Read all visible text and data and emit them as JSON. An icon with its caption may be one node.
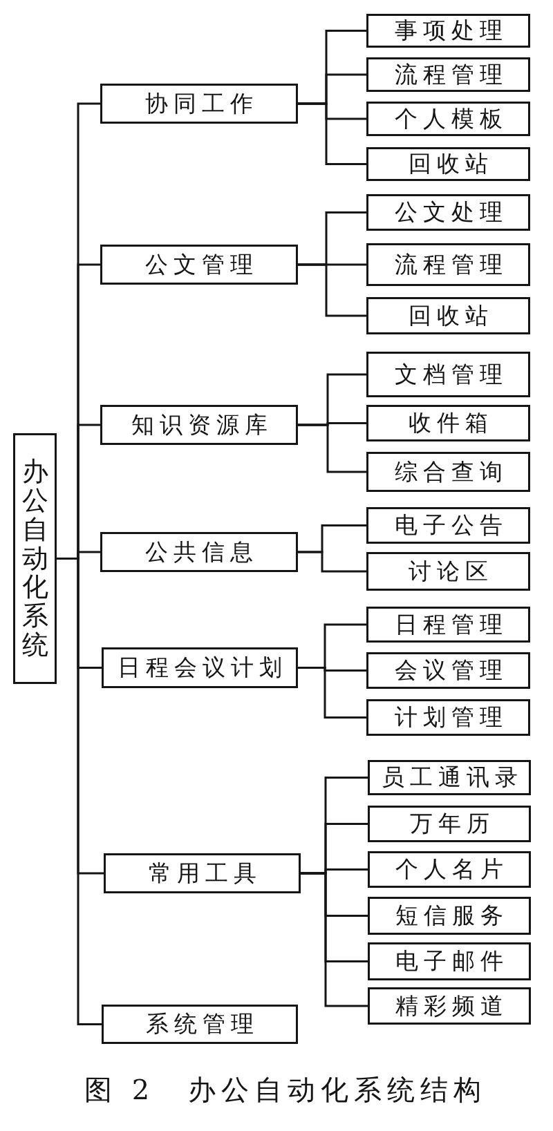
{
  "diagram": {
    "caption": "图 2　办公自动化系统结构",
    "nodes": [
      {
        "text": [
          "办公自动化系统"
        ]
      },
      {
        "text": [
          "协同工作"
        ]
      },
      {
        "text": [
          "事项处理"
        ]
      },
      {
        "text": [
          "流程管理"
        ]
      },
      {
        "text": [
          "个人模板"
        ]
      },
      {
        "text": [
          "回收站"
        ]
      },
      {
        "text": [
          "公文管理"
        ]
      },
      {
        "text": [
          "公文处理"
        ]
      },
      {
        "text": [
          "流程管理"
        ]
      },
      {
        "text": [
          "回收站"
        ]
      },
      {
        "text": [
          "知识资源库"
        ]
      },
      {
        "text": [
          "文档管理"
        ]
      },
      {
        "text": [
          "收件箱"
        ]
      },
      {
        "text": [
          "综合查询"
        ]
      },
      {
        "text": [
          "公共信息"
        ]
      },
      {
        "text": [
          "电子公告"
        ]
      },
      {
        "text": [
          "讨论区"
        ]
      },
      {
        "text": [
          "日程会议计划"
        ]
      },
      {
        "text": [
          "日程管理"
        ]
      },
      {
        "text": [
          "会议管理"
        ]
      },
      {
        "text": [
          "计划管理"
        ]
      },
      {
        "text": [
          "常用工具"
        ]
      },
      {
        "text": [
          "员工通讯录"
        ]
      },
      {
        "text": [
          "万年历"
        ]
      },
      {
        "text": [
          "个人名片"
        ]
      },
      {
        "text": [
          "短信服务"
        ]
      },
      {
        "text": [
          "电子邮件"
        ]
      },
      {
        "text": [
          "精彩频道"
        ]
      },
      {
        "text": [
          "系统管理"
        ]
      }
    ],
    "edges": [
      {
        "from": 0,
        "to": 1,
        "arrow": "none"
      },
      {
        "from": 0,
        "to": 6,
        "arrow": "none"
      },
      {
        "from": 0,
        "to": 10,
        "arrow": "none"
      },
      {
        "from": 0,
        "to": 14,
        "arrow": "none"
      },
      {
        "from": 0,
        "to": 17,
        "arrow": "none"
      },
      {
        "from": 0,
        "to": 21,
        "arrow": "none"
      },
      {
        "from": 0,
        "to": 28,
        "arrow": "none"
      },
      {
        "from": 1,
        "to": 2,
        "arrow": "none"
      },
      {
        "from": 1,
        "to": 3,
        "arrow": "none"
      },
      {
        "from": 1,
        "to": 4,
        "arrow": "none"
      },
      {
        "from": 1,
        "to": 5,
        "arrow": "none"
      },
      {
        "from": 6,
        "to": 7,
        "arrow": "none"
      },
      {
        "from": 6,
        "to": 8,
        "arrow": "none"
      },
      {
        "from": 6,
        "to": 9,
        "arrow": "none"
      },
      {
        "from": 10,
        "to": 11,
        "arrow": "none"
      },
      {
        "from": 10,
        "to": 12,
        "arrow": "none"
      },
      {
        "from": 10,
        "to": 13,
        "arrow": "none"
      },
      {
        "from": 14,
        "to": 15,
        "arrow": "none"
      },
      {
        "from": 14,
        "to": 16,
        "arrow": "none"
      },
      {
        "from": 17,
        "to": 18,
        "arrow": "none"
      },
      {
        "from": 17,
        "to": 19,
        "arrow": "none"
      },
      {
        "from": 17,
        "to": 20,
        "arrow": "none"
      },
      {
        "from": 21,
        "to": 22,
        "arrow": "none"
      },
      {
        "from": 21,
        "to": 23,
        "arrow": "none"
      },
      {
        "from": 21,
        "to": 24,
        "arrow": "none"
      },
      {
        "from": 21,
        "to": 25,
        "arrow": "none"
      },
      {
        "from": 21,
        "to": 26,
        "arrow": "none"
      },
      {
        "from": 21,
        "to": 27,
        "arrow": "none"
      }
    ]
  }
}
